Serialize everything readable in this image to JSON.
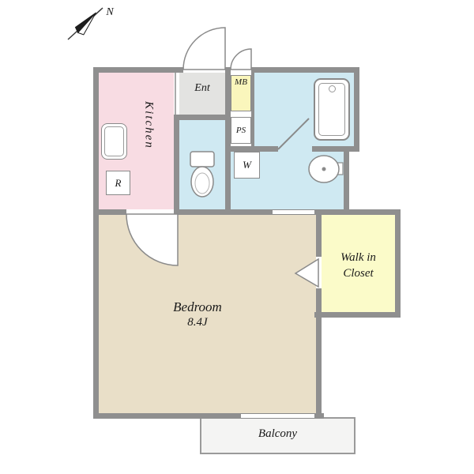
{
  "compass": {
    "label": "N"
  },
  "rooms": {
    "kitchen": {
      "label": "Kitchen"
    },
    "entrance": {
      "label": "Ent"
    },
    "meter_box": {
      "label": "MB"
    },
    "pipe_shaft": {
      "label": "PS"
    },
    "washing_machine": {
      "label": "W"
    },
    "refrigerator": {
      "label": "R"
    },
    "bedroom": {
      "label": "Bedroom",
      "area": "8.4J"
    },
    "walk_in_closet": {
      "line1": "Walk in",
      "line2": "Closet"
    },
    "balcony": {
      "label": "Balcony"
    }
  },
  "colors": {
    "wall": "#8f8f8f",
    "line": "#8a8a8a",
    "kitchen": "#f8dce3",
    "entrance": "#e3e3e1",
    "wet_area": "#cfe9f2",
    "meter_box": "#faf6bc",
    "bedroom": "#e9dfc8",
    "closet": "#fbfbc9",
    "balcony": "#f4f4f3"
  }
}
